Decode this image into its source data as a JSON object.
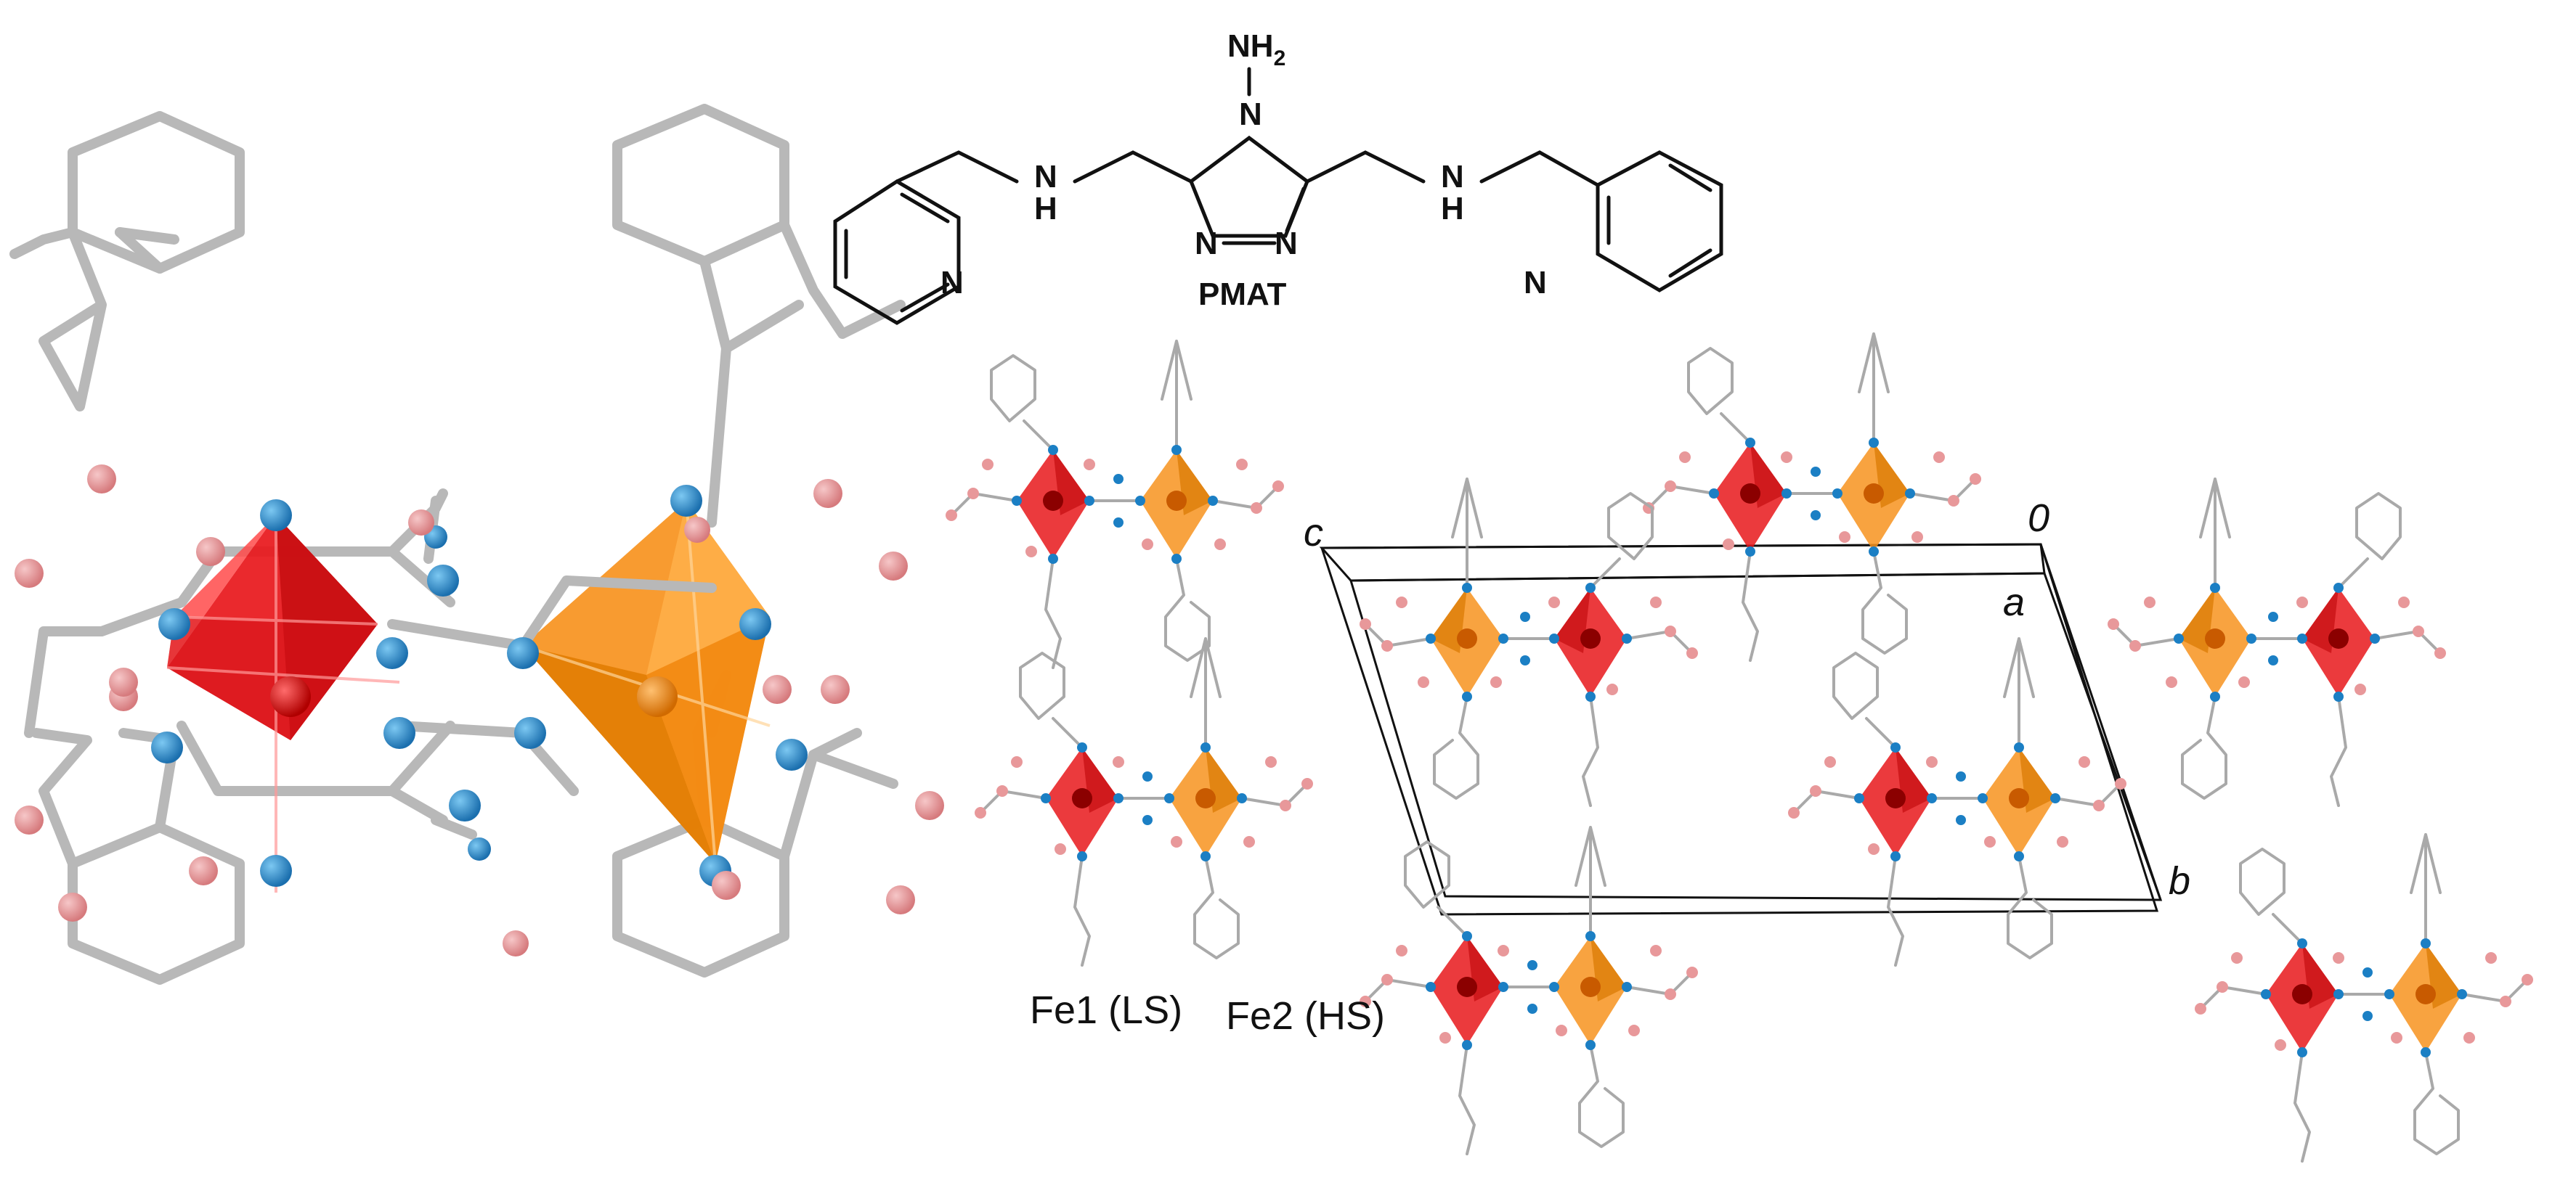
{
  "structure": {
    "ligand_name": "PMAT",
    "atoms": {
      "nh2_n": "NH",
      "nh2_sub": "2",
      "ring_n_top": "N",
      "ring_n_left": "N",
      "ring_n_right": "N",
      "amine_nh_left": "N",
      "amine_h_left": "H",
      "amine_nh_right": "N",
      "amine_h_right": "H",
      "pyridine_n_left": "N",
      "pyridine_n_right": "N"
    }
  },
  "packing": {
    "fe1_label": "Fe1 (LS)",
    "fe2_label": "Fe2 (HS)",
    "axes": {
      "c": "c",
      "origin": "0",
      "a": "a",
      "b": "b"
    }
  },
  "colors": {
    "fe_ls": "#e8171b",
    "fe_hs": "#f7931e",
    "nitrogen": "#1b7fc4",
    "fluorine": "#e8989a",
    "carbon": "#b8b8b8"
  }
}
